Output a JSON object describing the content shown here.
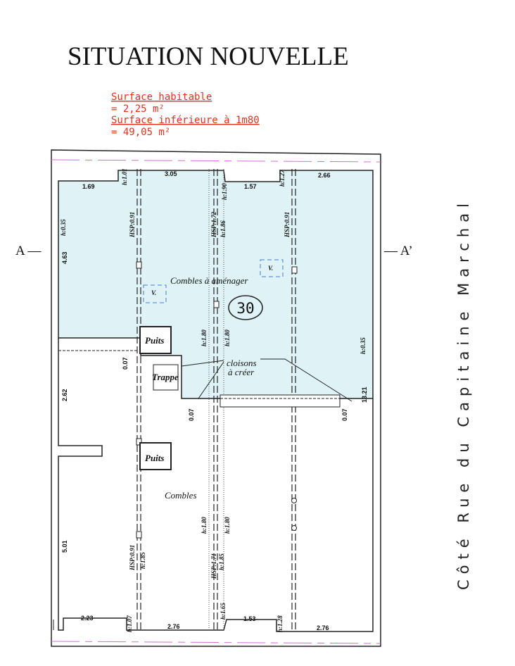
{
  "title": "SITUATION NOUVELLE",
  "surface": {
    "habitable_label": "Surface habitable",
    "habitable_value": "= 2,25 m²",
    "inferieure_label": "Surface inférieure à 1m80",
    "inferieure_value": "= 49,05 m²"
  },
  "section_marks": {
    "left": "A —",
    "right": "— A’"
  },
  "street": "Côté Rue du Capitaine Marchal",
  "rooms": {
    "upper": "Combles à aménager",
    "lower": "Combles",
    "room_number": "30",
    "puits_1": "Puits",
    "puits_2": "Puits",
    "trappe": "Trappe",
    "cloisons": "cloisons",
    "cloisons_2": "à créer",
    "velux_1": "V.",
    "velux_2": "V."
  },
  "dimensions": {
    "top": [
      "1.69",
      "3.05",
      "1.57",
      "2.66"
    ],
    "bottom": [
      "2.23",
      "2.76",
      "1.53",
      "2.76"
    ],
    "left": [
      "4.63",
      "2.62",
      "5.01"
    ],
    "small": [
      "0.07",
      "0.07",
      "0.07",
      "13.21"
    ],
    "heights": [
      "h:0.35",
      "h:1.01",
      "h:1.90",
      "h:1.27",
      "HSP:0.91",
      "HSP:1.72",
      "h:1.86",
      "HSP:0.91",
      "h:1.80",
      "h:1.80",
      "h:0.35",
      "HSP:0.91",
      "h:1.85",
      "HSP:1.71",
      "h:1.85",
      "h:1.80",
      "h:1.80",
      "h:1.07",
      "h:1.65",
      "h:1.28"
    ]
  },
  "colors": {
    "fill": "#dff3f6",
    "accent": "#e0321e",
    "axis": "#d070d0",
    "velux": "#4a78d0"
  }
}
